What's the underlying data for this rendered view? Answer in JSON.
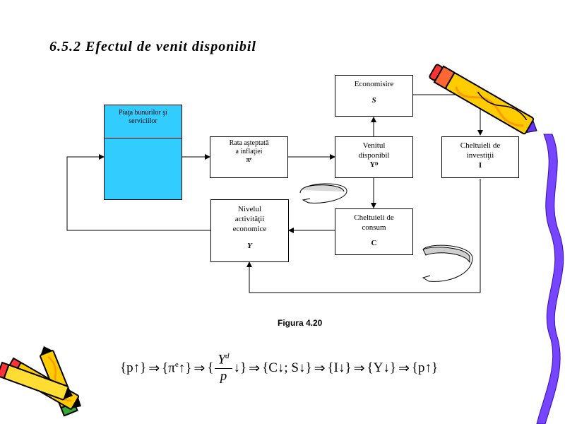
{
  "title": "6.5.2 Efectul de venit disponibil",
  "caption": "Figura 4.20",
  "boxes": {
    "economisire": {
      "label": "Economisire",
      "symbol": "S"
    },
    "piata": {
      "label_line1": "Piaţa bunurilor şi",
      "label_line2": "serviciilor"
    },
    "rata": {
      "label_line1": "Rata aşteptată",
      "label_line2": "a inflaţiei",
      "symbol": "πᵉ"
    },
    "venit": {
      "label_line1": "Venitul",
      "label_line2": "disponibil",
      "symbol": "Yᴰ"
    },
    "investitii": {
      "label_line1": "Cheltuieli de",
      "label_line2": "investiţii",
      "symbol": "I"
    },
    "nivel": {
      "label_line1": "Nivelul",
      "label_line2": "activităţii",
      "label_line3": "economice",
      "symbol": "Y"
    },
    "consum": {
      "label_line1": "Cheltuieli de",
      "label_line2": "consum",
      "symbol": "C"
    }
  },
  "formula": {
    "t1": "{p↑}",
    "arrow": "⇒",
    "t2_base": "{π",
    "t2_sup": "e",
    "t2_end": "↑}",
    "t3_open": "{",
    "t3_num": "Y",
    "t3_num_sup": "d",
    "t3_den": "p",
    "t3_end": "↓}",
    "t4": "{C↓; S↓}",
    "t5": "{I↓}",
    "t6": "{Y↓}",
    "t7": "{p↑}"
  },
  "icons": [
    "pencil-icon-top-right",
    "pencils-icon-bottom-left"
  ],
  "colors": {
    "cyan": "#33ccff",
    "pencil_yellow": "#ffcc00",
    "pencil_orange": "#ff9900",
    "pencil_purple": "#6633ff",
    "eraser_red": "#ff3333"
  }
}
